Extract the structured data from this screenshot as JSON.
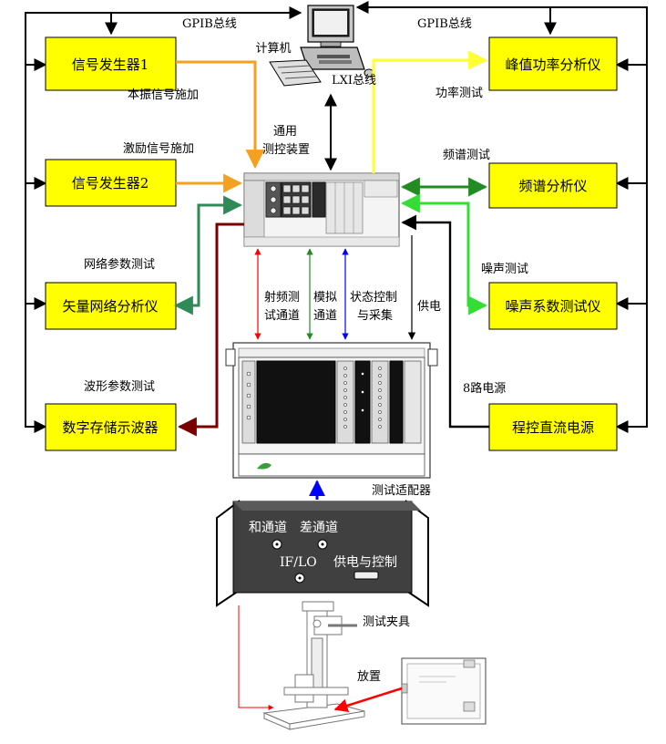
{
  "colors": {
    "box_fill": "#ffff00",
    "bus_black": "#000000",
    "orange": "#f4a021",
    "yellow": "#ffff33",
    "dark_green": "#228b22",
    "light_green": "#33dd33",
    "teal_green": "#2e8b57",
    "dark_red": "#7a0000",
    "red": "#ff0000",
    "blue": "#0000ff",
    "panel_dark": "#404040"
  },
  "instruments": {
    "sig_gen_1": "信号发生器1",
    "sig_gen_2": "信号发生器2",
    "vna": "矢量网络分析仪",
    "scope": "数字存储示波器",
    "peak_power": "峰值功率分析仪",
    "spectrum": "频谱分析仪",
    "noise": "噪声系数测试仪",
    "dc_power": "程控直流电源"
  },
  "labels": {
    "gpib_left": "GPIB总线",
    "gpib_right": "GPIB总线",
    "computer": "计算机",
    "lxi_bus": "LXI总线",
    "lo_apply": "本振信号施加",
    "excite_apply": "激励信号施加",
    "general_ctrl_1": "通用",
    "general_ctrl_2": "测控装置",
    "power_test": "功率测试",
    "spectrum_test": "频谱测试",
    "noise_test": "噪声测试",
    "network_test": "网络参数测试",
    "waveform_test": "波形参数测试",
    "rf_ch_1": "射频测",
    "rf_ch_2": "试通道",
    "analog_1": "模拟",
    "analog_2": "通道",
    "state_1": "状态控制",
    "state_2": "与采集",
    "power_supply": "供电",
    "eight_way": "8路电源",
    "adapter": "测试适配器",
    "fixture": "测试夹具",
    "place": "放置"
  },
  "adapter_panel": {
    "sum_ch": "和通道",
    "diff_ch": "差通道",
    "iflo": "IF/LO",
    "power_ctrl": "供电与控制"
  }
}
